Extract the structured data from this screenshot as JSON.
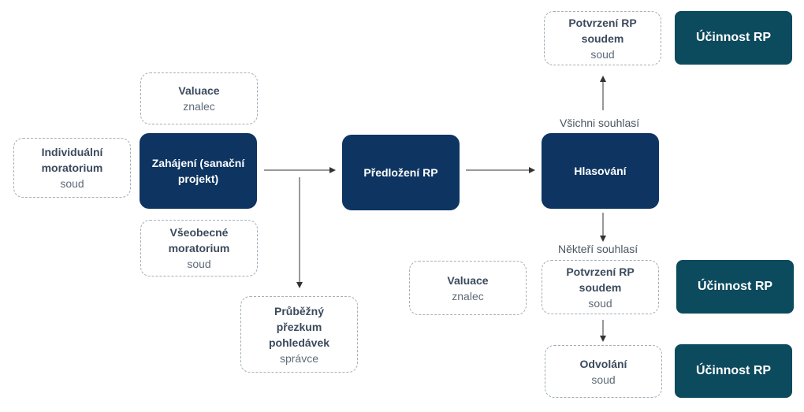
{
  "nodes": {
    "individual_moratorium": {
      "title": "Individuální moratorium",
      "sub": "soud"
    },
    "valuation_top": {
      "title": "Valuace",
      "sub": "znalec"
    },
    "initiation": {
      "title": "Zahájení (sanační projekt)"
    },
    "general_moratorium": {
      "title": "Všeobecné moratorium",
      "sub": "soud"
    },
    "claims_review": {
      "title": "Průběžný přezkum pohledávek",
      "sub": "správce"
    },
    "plan_submission": {
      "title": "Předložení RP"
    },
    "voting": {
      "title": "Hlasování"
    },
    "confirmation_top": {
      "title": "Potvrzení RP soudem",
      "sub": "soud"
    },
    "effect_top": {
      "title": "Účinnost RP"
    },
    "valuation_right": {
      "title": "Valuace",
      "sub": "znalec"
    },
    "confirmation_mid": {
      "title": "Potvrzení RP soudem",
      "sub": "soud"
    },
    "effect_mid": {
      "title": "Účinnost RP"
    },
    "appeal": {
      "title": "Odvolání",
      "sub": "soud"
    },
    "effect_bottom": {
      "title": "Účinnost RP"
    }
  },
  "labels": {
    "all_agree": "Všichni souhlasí",
    "some_agree": "Někteří souhlasí"
  },
  "colors": {
    "dark_box": "#0e3461",
    "teal_box": "#0c4a5e",
    "dashed_border": "#a3aeb8",
    "arrow": "#333333"
  }
}
